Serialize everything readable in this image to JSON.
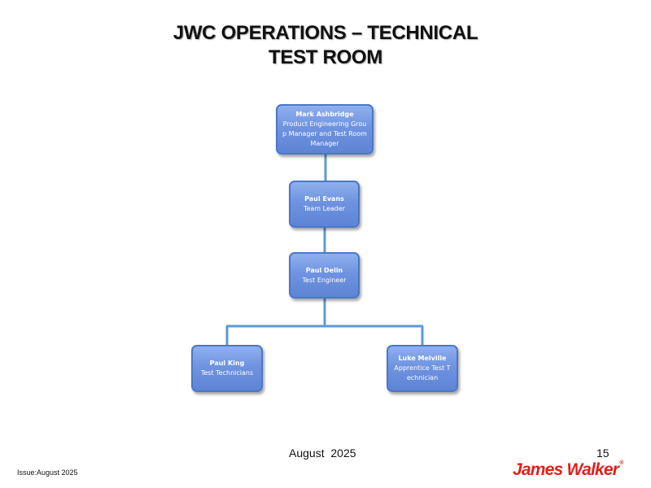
{
  "title": {
    "line1": "JWC OPERATIONS – TECHNICAL",
    "line2": "TEST ROOM"
  },
  "org_chart": {
    "nodes": {
      "mark_ashbridge": {
        "name": "Mark Ashbridge",
        "role": "Product Engineering Group Manager and Test Room Manager"
      },
      "paul_evans": {
        "name": "Paul Evans",
        "role": "Team Leader"
      },
      "paul_delin": {
        "name": "Paul Delin",
        "role": "Test Engineer"
      },
      "paul_king": {
        "name": "Paul King",
        "role": "Test Technicians"
      },
      "luke_melville": {
        "name": "Luke Melville",
        "role": "Apprentice Test Technician"
      }
    },
    "reporting_lines": [
      [
        "mark_ashbridge",
        "paul_evans"
      ],
      [
        "paul_evans",
        "paul_delin"
      ],
      [
        "paul_delin",
        "paul_king"
      ],
      [
        "paul_delin",
        "luke_melville"
      ]
    ],
    "colors": {
      "node_fill": "#6f93e0",
      "node_border": "#4a78c8",
      "connector": "#5b9bd5"
    }
  },
  "footer": {
    "date": "August  2025",
    "page_number": "15",
    "issue": "Issue:August 2025",
    "logo_text": "James Walker",
    "logo_mark": "®",
    "logo_color": "#e0201b"
  }
}
